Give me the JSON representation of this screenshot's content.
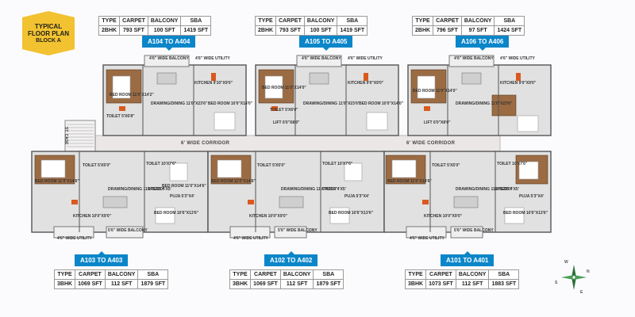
{
  "badge": {
    "line1": "TYPICAL",
    "line2": "FLOOR PLAN",
    "line3": "BLOCK A"
  },
  "headers": [
    "TYPE",
    "CARPET",
    "BALCONY",
    "SBA"
  ],
  "top_tables": [
    {
      "type": "2BHK",
      "carpet": "793 SFT",
      "balcony": "100 SFT",
      "sba": "1419 SFT"
    },
    {
      "type": "2BHK",
      "carpet": "793 SFT",
      "balcony": "100 SFT",
      "sba": "1419 SFT"
    },
    {
      "type": "2BHK",
      "carpet": "796 SFT",
      "balcony": "97 SFT",
      "sba": "1424 SFT"
    }
  ],
  "bottom_tables": [
    {
      "type": "3BHK",
      "carpet": "1069 SFT",
      "balcony": "112 SFT",
      "sba": "1879 SFT"
    },
    {
      "type": "3BHK",
      "carpet": "1069 SFT",
      "balcony": "112 SFT",
      "sba": "1879 SFT"
    },
    {
      "type": "3BHK",
      "carpet": "1073 SFT",
      "balcony": "112 SFT",
      "sba": "1883 SFT"
    }
  ],
  "units_top": [
    "A104 TO A404",
    "A105 TO A405",
    "A106 TO A406"
  ],
  "units_bottom": [
    "A103 TO A403",
    "A102 TO A402",
    "A101 TO A401"
  ],
  "corridor": [
    "6' WIDE CORRIDOR",
    "6' WIDE CORRIDOR"
  ],
  "staircase": "ST. CASE",
  "rooms": {
    "balcony_top": "4'6\" WIDE BALCONY",
    "utility_top": "4'6\" WIDE UTILITY",
    "kitchen_top": "KITCHEN 9'10\"X9'0\"",
    "kitchen_top_b": "KITCHEN 9'0\"X9'0\"",
    "bed_room_a": "BED ROOM 11'0\"X14'2\"",
    "bed_room_b": "BED ROOM 11'0\"X14'0\"",
    "drawing_top_a": "DRAWING/DINING 11'0\"X23'6\"",
    "drawing_top_b": "DRAWING/DINING 11'0\"X23'6\"",
    "bed_room_c": "BED ROOM 10'0\"X14'0\"",
    "toilet_a": "TOILET 5'X6'8\"",
    "toilet_b": "TOILET 5'X6'0\"",
    "lift": "LIFT 6'0\"X8'0\"",
    "drawing_bot": "DRAWING/DINING 11'4\"X25'0\"",
    "bed_room_d": "BED ROOM 11'0\"X14'6\"",
    "bed_room_e": "BED ROOM 10'6\"X13'6\"",
    "toilet_c": "TOILET 10'X7'6\"",
    "toilet_d": "TOILET 5'X5'0\"",
    "dress": "DRESS 4'X5'",
    "puja": "PUJA 5'3\"X4'",
    "kitchen_bot": "KITCHEN 10'0\"X9'0\"",
    "balcony_bot": "5'6\" WIDE BALCONY",
    "utility_bot": "4'6\" WIDE UTILITY"
  },
  "compass": {
    "n": "N",
    "s": "S",
    "e": "E",
    "w": "W"
  },
  "colors": {
    "badge": "#f2c230",
    "tag": "#0b86c9",
    "corridor": "#e9e6e6",
    "floor": "#d9d9d9",
    "wood": "#9b6b43"
  }
}
